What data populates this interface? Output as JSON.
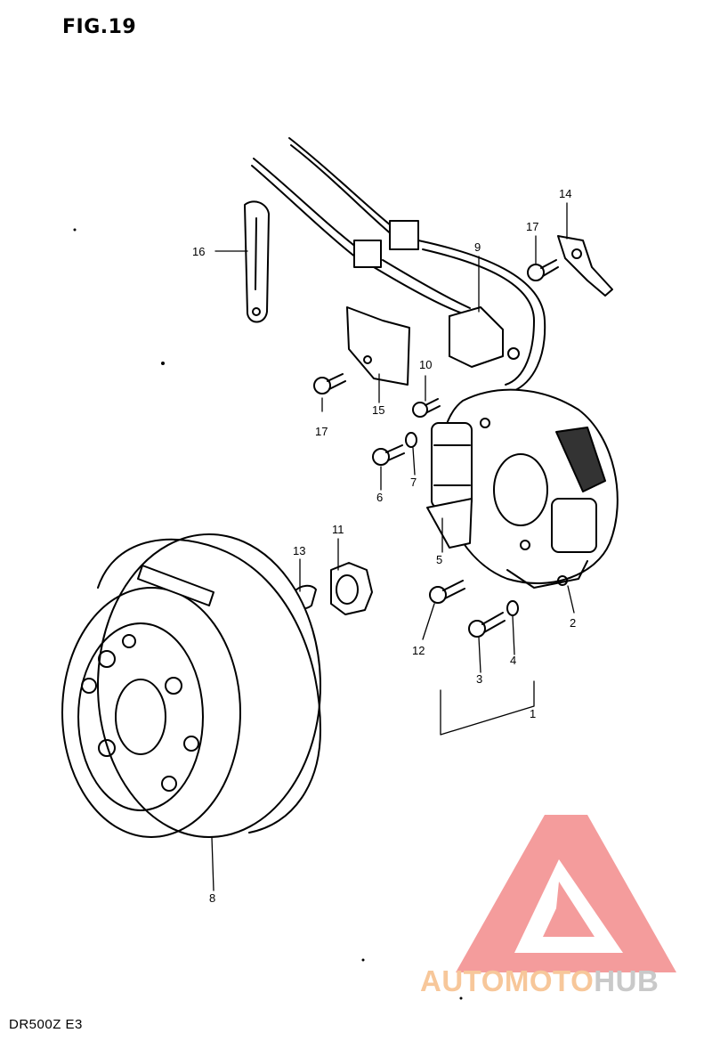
{
  "figure": {
    "title": "FIG.19",
    "model_code": "DR500Z E3"
  },
  "callouts": {
    "c1": "1",
    "c2": "2",
    "c3": "3",
    "c4": "4",
    "c5": "5",
    "c6": "6",
    "c7": "7",
    "c8": "8",
    "c9": "9",
    "c10": "10",
    "c11": "11",
    "c12": "12",
    "c13": "13",
    "c14": "14",
    "c15": "15",
    "c16": "16",
    "c17a": "17",
    "c17b": "17"
  },
  "watermark": {
    "part1": "AUTOMOTO",
    "part2": "HUB",
    "colors": {
      "logo": "#f28b8b",
      "text1": "#f7c79a",
      "text2": "#c9c9c9"
    }
  }
}
